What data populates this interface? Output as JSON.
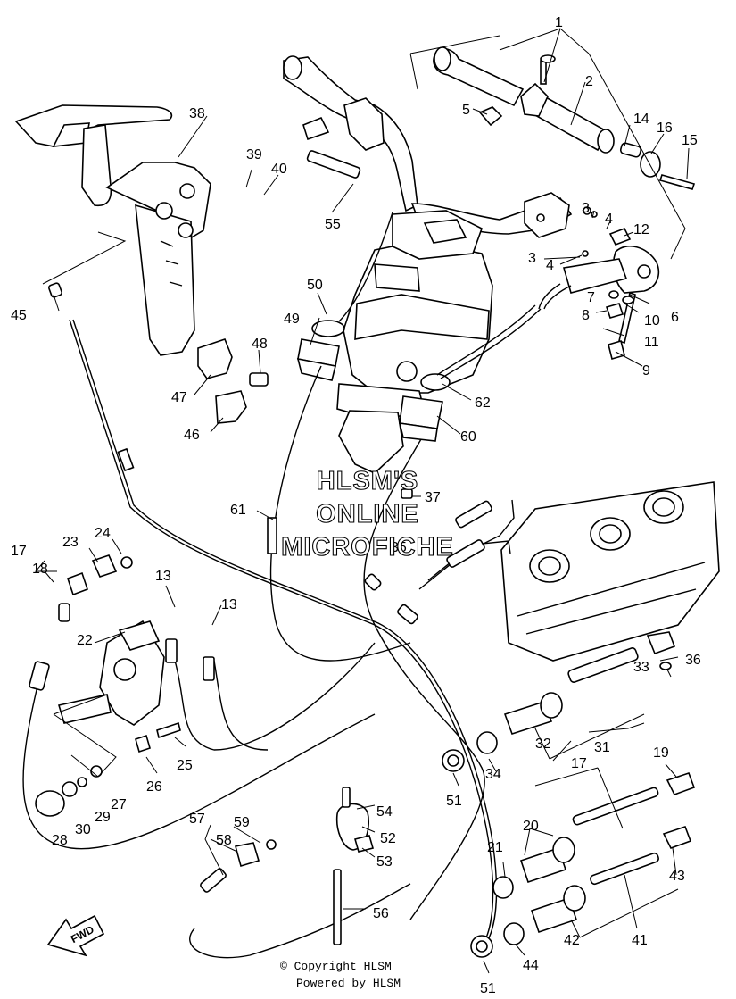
{
  "watermark": {
    "line1": "HLSM'S",
    "line2": "ONLINE",
    "line3": "MICROFICHE"
  },
  "copyright": {
    "line1": "© Copyright HLSM",
    "line2": "Powered by HLSM"
  },
  "fwd_label": "FWD",
  "callouts": [
    {
      "id": "c1",
      "text": "1"
    },
    {
      "id": "c2",
      "text": "2"
    },
    {
      "id": "c3a",
      "text": "3"
    },
    {
      "id": "c3b",
      "text": "3"
    },
    {
      "id": "c4a",
      "text": "4"
    },
    {
      "id": "c4b",
      "text": "4"
    },
    {
      "id": "c5",
      "text": "5"
    },
    {
      "id": "c6",
      "text": "6"
    },
    {
      "id": "c7",
      "text": "7"
    },
    {
      "id": "c8",
      "text": "8"
    },
    {
      "id": "c9",
      "text": "9"
    },
    {
      "id": "c10",
      "text": "10"
    },
    {
      "id": "c11",
      "text": "11"
    },
    {
      "id": "c12",
      "text": "12"
    },
    {
      "id": "c13a",
      "text": "13"
    },
    {
      "id": "c13b",
      "text": "13"
    },
    {
      "id": "c14",
      "text": "14"
    },
    {
      "id": "c15",
      "text": "15"
    },
    {
      "id": "c16",
      "text": "16"
    },
    {
      "id": "c17a",
      "text": "17"
    },
    {
      "id": "c17b",
      "text": "17"
    },
    {
      "id": "c18",
      "text": "18"
    },
    {
      "id": "c19",
      "text": "19"
    },
    {
      "id": "c20",
      "text": "20"
    },
    {
      "id": "c21",
      "text": "21"
    },
    {
      "id": "c22",
      "text": "22"
    },
    {
      "id": "c23",
      "text": "23"
    },
    {
      "id": "c24",
      "text": "24"
    },
    {
      "id": "c25",
      "text": "25"
    },
    {
      "id": "c26",
      "text": "26"
    },
    {
      "id": "c27",
      "text": "27"
    },
    {
      "id": "c28",
      "text": "28"
    },
    {
      "id": "c29",
      "text": "29"
    },
    {
      "id": "c30",
      "text": "30"
    },
    {
      "id": "c31",
      "text": "31"
    },
    {
      "id": "c32",
      "text": "32"
    },
    {
      "id": "c33",
      "text": "33"
    },
    {
      "id": "c34",
      "text": "34"
    },
    {
      "id": "c35",
      "text": "35"
    },
    {
      "id": "c36",
      "text": "36"
    },
    {
      "id": "c37",
      "text": "37"
    },
    {
      "id": "c38",
      "text": "38"
    },
    {
      "id": "c39",
      "text": "39"
    },
    {
      "id": "c40",
      "text": "40"
    },
    {
      "id": "c41",
      "text": "41"
    },
    {
      "id": "c42",
      "text": "42"
    },
    {
      "id": "c43",
      "text": "43"
    },
    {
      "id": "c44",
      "text": "44"
    },
    {
      "id": "c45",
      "text": "45"
    },
    {
      "id": "c46",
      "text": "46"
    },
    {
      "id": "c47",
      "text": "47"
    },
    {
      "id": "c48",
      "text": "48"
    },
    {
      "id": "c49",
      "text": "49"
    },
    {
      "id": "c50",
      "text": "50"
    },
    {
      "id": "c51a",
      "text": "51"
    },
    {
      "id": "c51b",
      "text": "51"
    },
    {
      "id": "c52",
      "text": "52"
    },
    {
      "id": "c53",
      "text": "53"
    },
    {
      "id": "c54",
      "text": "54"
    },
    {
      "id": "c55",
      "text": "55"
    },
    {
      "id": "c56",
      "text": "56"
    },
    {
      "id": "c57",
      "text": "57"
    },
    {
      "id": "c58",
      "text": "58"
    },
    {
      "id": "c59",
      "text": "59"
    },
    {
      "id": "c60",
      "text": "60"
    },
    {
      "id": "c61",
      "text": "61"
    },
    {
      "id": "c62",
      "text": "62"
    }
  ]
}
